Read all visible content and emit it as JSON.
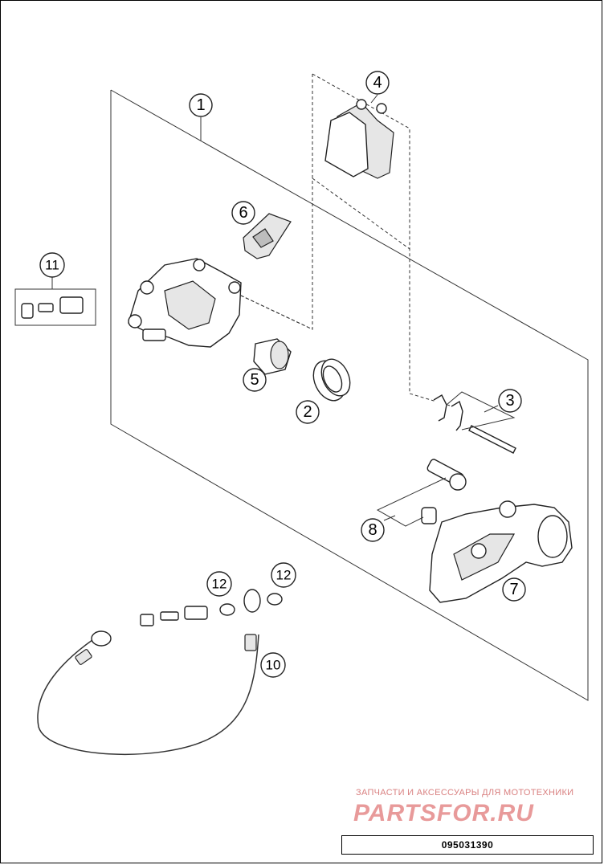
{
  "callouts": [
    {
      "id": "1",
      "label": "1"
    },
    {
      "id": "2",
      "label": "2"
    },
    {
      "id": "3",
      "label": "3"
    },
    {
      "id": "4",
      "label": "4"
    },
    {
      "id": "5",
      "label": "5"
    },
    {
      "id": "6",
      "label": "6"
    },
    {
      "id": "7",
      "label": "7"
    },
    {
      "id": "8",
      "label": "8"
    },
    {
      "id": "10",
      "label": "10"
    },
    {
      "id": "11",
      "label": "11"
    },
    {
      "id": "12a",
      "label": "12"
    },
    {
      "id": "12b",
      "label": "12"
    }
  ],
  "watermark": {
    "caption": "ЗАПЧАСТИ И АКСЕССУАРЫ ДЛЯ МОТОТЕХНИКИ",
    "logo": "PARTSFOR.RU"
  },
  "drawing_code": "095031390"
}
